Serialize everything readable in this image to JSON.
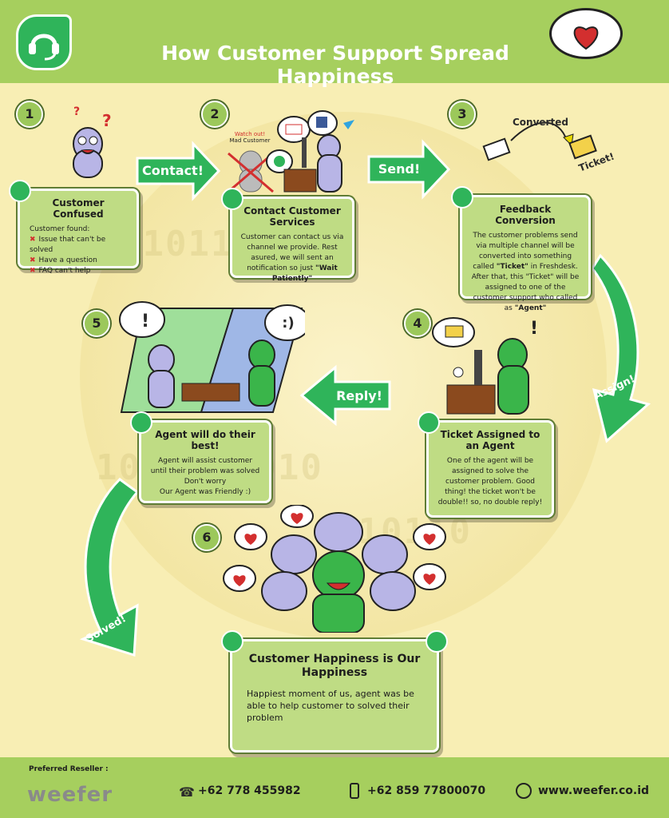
{
  "header": {
    "title": "How Customer Support Spread Happiness"
  },
  "steps": {
    "s1": {
      "num": "1",
      "title": "Customer Confused",
      "intro": "Customer found:",
      "items": [
        "Issue that can't be solved",
        "Have a question",
        "FAQ can't help"
      ]
    },
    "s2": {
      "num": "2",
      "title": "Contact Customer Services",
      "body": "Customer can contact us via channel we provide. Rest asured, we will sent an notification so just ",
      "body_bold": "\"Wait Patiently\"",
      "warning": "Watch out!",
      "warning_sub": "Mad Customer"
    },
    "s3": {
      "num": "3",
      "title": "Feedback Conversion",
      "body1": "The customer problems send via multiple channel will be converted into something  called ",
      "body1_bold": "\"Ticket\"",
      "body1_end": " in Freshdesk.",
      "body2": "After that, this \"Ticket\" will be assigned to one of the customer support who called as ",
      "body2_bold": "\"Agent\"",
      "converted": "Converted",
      "ticket": "Ticket!"
    },
    "s4": {
      "num": "4",
      "title": "Ticket Assigned to an Agent",
      "body": "One of the agent will be assigned to solve the customer problem. Good thing! the ticket won't be double!! so, no double reply!"
    },
    "s5": {
      "num": "5",
      "title": "Agent will do their best!",
      "line1": "Agent will assist customer until their problem was solved",
      "line2": "Don't worry",
      "line3": "Our Agent was Friendly :)"
    },
    "s6": {
      "num": "6",
      "title": "Customer Happiness is Our Happiness",
      "body": "Happiest moment of us, agent was be able to help customer to solved  their problem"
    }
  },
  "arrows": {
    "contact": "Contact!",
    "send": "Send!",
    "assign": "Assign!",
    "reply": "Reply!",
    "solved": "Solved!"
  },
  "bubbles": {
    "exclaim": "!",
    "smile": ":)"
  },
  "footer": {
    "reseller_label": "Preferred Reseller :",
    "brand": "weefer",
    "phone1": "+62 778 455982",
    "phone2": "+62 859 77800070",
    "website": "www.weefer.co.id"
  },
  "colors": {
    "header_green": "#a6cf5e",
    "card_green": "#bfdc84",
    "arrow_green": "#2fb45a",
    "background": "#f8eeb4",
    "character_purple": "#b8b5e6",
    "agent_green": "#3ab54a",
    "heart_red": "#d32f2f"
  },
  "icons": {
    "logo": "headset-icon",
    "phone": "phone-icon",
    "mobile": "mobile-icon",
    "web": "globe-icon"
  }
}
